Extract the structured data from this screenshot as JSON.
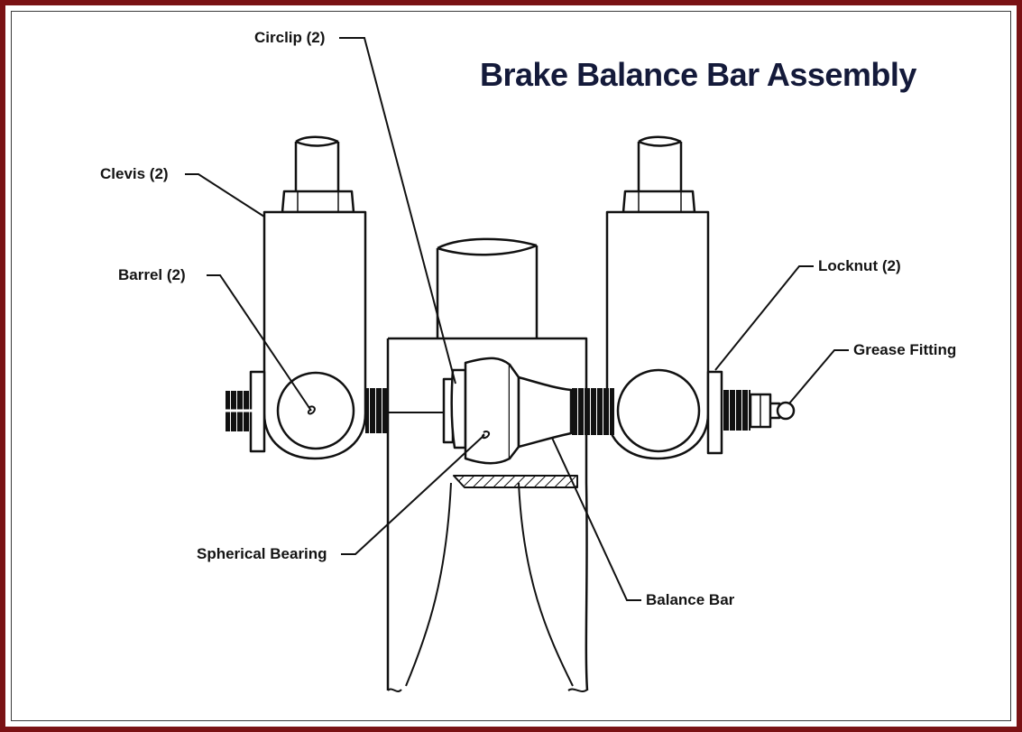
{
  "title": "Brake Balance Bar Assembly",
  "colors": {
    "frame": "#7a1214",
    "title": "#141a3a",
    "line": "#141414"
  },
  "labels": {
    "circlip": "Circlip (2)",
    "clevis": "Clevis (2)",
    "barrel": "Barrel (2)",
    "locknut": "Locknut (2)",
    "grease_fitting": "Grease Fitting",
    "spherical_bearing": "Spherical Bearing",
    "balance_bar": "Balance Bar"
  }
}
